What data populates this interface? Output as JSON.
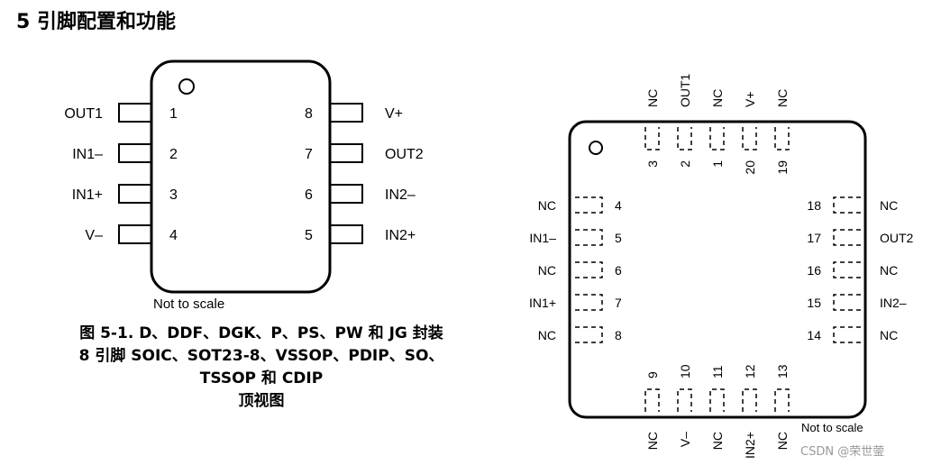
{
  "section_title": "5 引脚配置和功能",
  "soic_package": {
    "left_pins": [
      {
        "number": "1",
        "name": "OUT1"
      },
      {
        "number": "2",
        "name": "IN1–"
      },
      {
        "number": "3",
        "name": "IN1+"
      },
      {
        "number": "4",
        "name": "V–"
      }
    ],
    "right_pins": [
      {
        "number": "8",
        "name": "V+"
      },
      {
        "number": "7",
        "name": "OUT2"
      },
      {
        "number": "6",
        "name": "IN2–"
      },
      {
        "number": "5",
        "name": "IN2+"
      }
    ],
    "scale_note": "Not to scale"
  },
  "caption": {
    "line1": "图 5-1. D、DDF、DGK、P、PS、PW 和 JG 封装",
    "line2": "8 引脚 SOIC、SOT23-8、VSSOP、PDIP、SO、",
    "line3": "TSSOP 和 CDIP",
    "line4": "顶视图"
  },
  "fk_package": {
    "top_pins": [
      {
        "number": "3",
        "name": "NC"
      },
      {
        "number": "2",
        "name": "OUT1"
      },
      {
        "number": "1",
        "name": "NC"
      },
      {
        "number": "20",
        "name": "V+"
      },
      {
        "number": "19",
        "name": "NC"
      }
    ],
    "left_pins": [
      {
        "number": "4",
        "name": "NC"
      },
      {
        "number": "5",
        "name": "IN1–"
      },
      {
        "number": "6",
        "name": "NC"
      },
      {
        "number": "7",
        "name": "IN1+"
      },
      {
        "number": "8",
        "name": "NC"
      }
    ],
    "right_pins": [
      {
        "number": "18",
        "name": "NC"
      },
      {
        "number": "17",
        "name": "OUT2"
      },
      {
        "number": "16",
        "name": "NC"
      },
      {
        "number": "15",
        "name": "IN2–"
      },
      {
        "number": "14",
        "name": "NC"
      }
    ],
    "bottom_pins": [
      {
        "number": "9",
        "name": "NC"
      },
      {
        "number": "10",
        "name": "V–"
      },
      {
        "number": "11",
        "name": "NC"
      },
      {
        "number": "12",
        "name": "IN2+"
      },
      {
        "number": "13",
        "name": "NC"
      }
    ],
    "scale_note": "Not to scale"
  },
  "watermark": "CSDN @荣世蓥"
}
